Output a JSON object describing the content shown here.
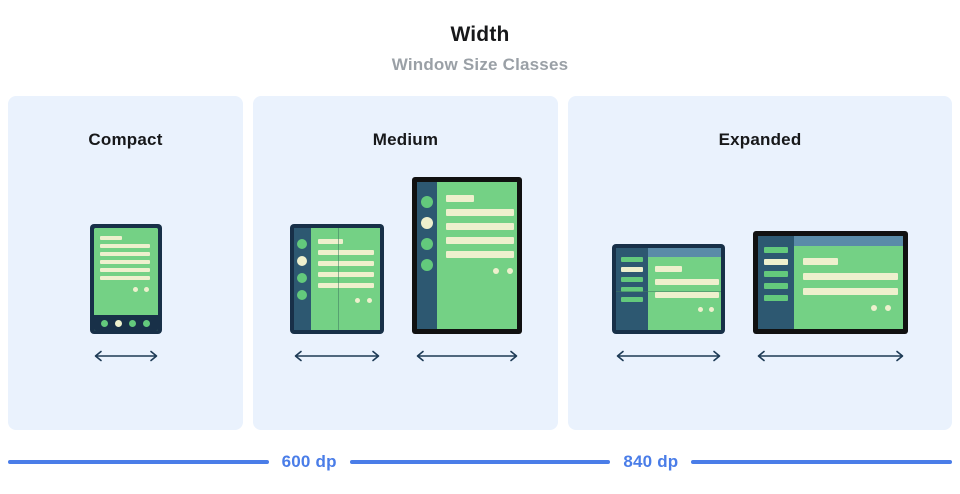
{
  "header": {
    "title": "Width",
    "subtitle": "Window Size Classes"
  },
  "panels": [
    {
      "key": "compact",
      "label": "Compact",
      "devices": [
        {
          "name": "phone",
          "type": "phone-portrait",
          "frame": "navy"
        }
      ]
    },
    {
      "key": "medium",
      "label": "Medium",
      "devices": [
        {
          "name": "foldable",
          "type": "foldable-portrait",
          "frame": "navy"
        },
        {
          "name": "tablet",
          "type": "tablet-portrait",
          "frame": "black"
        }
      ]
    },
    {
      "key": "expanded",
      "label": "Expanded",
      "devices": [
        {
          "name": "foldable",
          "type": "foldable-landscape",
          "frame": "navy"
        },
        {
          "name": "tablet",
          "type": "tablet-landscape",
          "frame": "black"
        }
      ]
    }
  ],
  "scale": {
    "breakpoint_600": "600 dp",
    "breakpoint_840": "840 dp"
  },
  "colors": {
    "panel_background": "#eaf2fd",
    "page_background": "#ffffff",
    "title_text": "#17181a",
    "subtitle_text": "#9aa0a6",
    "accent_blue": "#4a7de8",
    "frame_navy": "#183048",
    "frame_black": "#111111",
    "screen_green": "#74d185",
    "bar_cream": "#eef0cd",
    "sidebar_blue": "#2d5871",
    "header_strip": "#5a8ba8",
    "arrow": "#1d3a55"
  },
  "icons": {
    "resize_arrow": "double-headed-horizontal-arrow"
  }
}
